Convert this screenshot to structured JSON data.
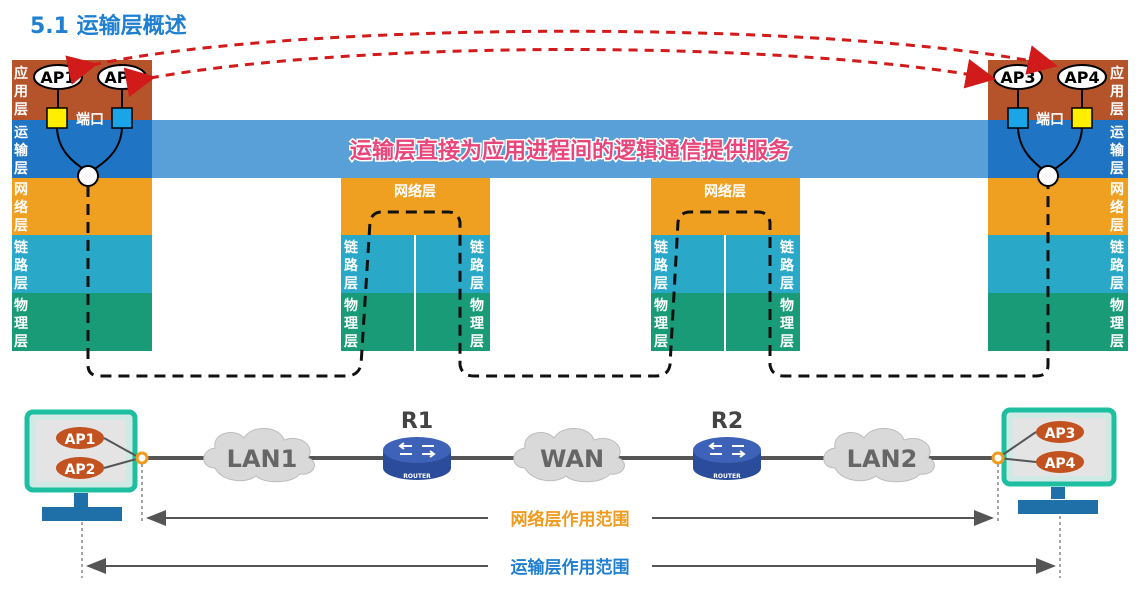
{
  "title": "5.1 运输层概述",
  "layers": {
    "application": "应用层",
    "transport": "运输层",
    "network": "网络层",
    "link": "链路层",
    "physical": "物理层"
  },
  "apps": {
    "ap1": "AP1",
    "ap2": "AP2",
    "ap3": "AP3",
    "ap4": "AP4"
  },
  "port_label": "端口",
  "banner": "运输层直接为应用进程间的逻辑通信提供服务",
  "router_stack": {
    "network": "网络层",
    "link": "链路层",
    "physical": "物理层"
  },
  "topology": {
    "lan1": "LAN1",
    "wan": "WAN",
    "lan2": "LAN2",
    "r1": "R1",
    "r2": "R2",
    "router_badge": "ROUTER"
  },
  "ranges": {
    "network_scope": "网络层作用范围",
    "transport_scope": "运输层作用范围"
  },
  "colors": {
    "title": "#1f7fd0",
    "application": "#b5532a",
    "transport": "#1f74c4",
    "network": "#f0a020",
    "link": "#2aa8c8",
    "physical": "#1a9b78",
    "banner": "#5aa0d8",
    "banner_text": "#e8457a",
    "arrow_red": "#d11a1a",
    "port_yellow": "#ffee00",
    "port_blue": "#1aa6e6",
    "host_frame": "#1dbfa0",
    "app_oval": "#c2521f",
    "router": "#3d62b8",
    "orange_node": "#f09a1e",
    "range_network_text": "#f09a1e",
    "range_transport_text": "#1f7fd0"
  }
}
